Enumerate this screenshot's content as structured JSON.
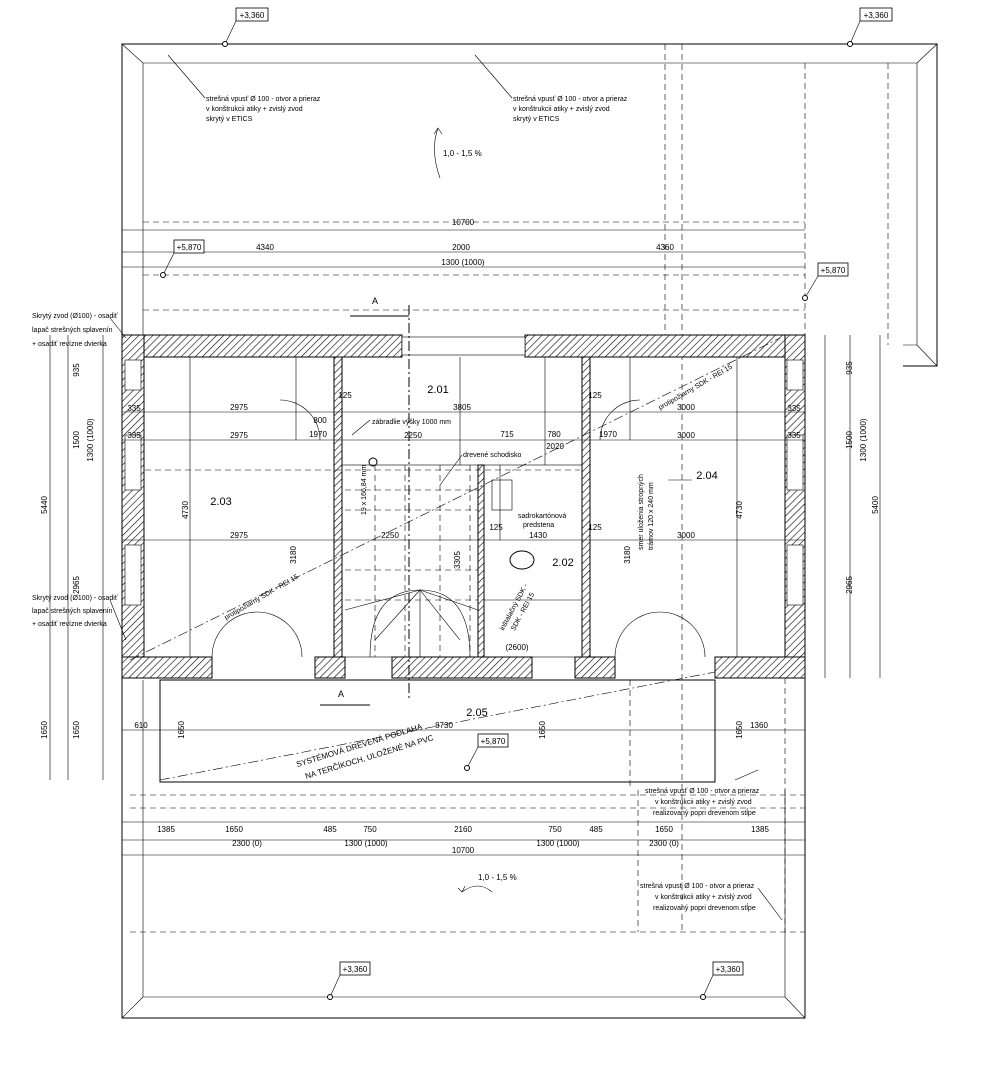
{
  "levels": {
    "top_left": "+3,360",
    "top_right": "+3,360",
    "left_mid": "+5,870",
    "right_mid": "+5,870",
    "balcony": "+5,870",
    "bottom_left": "+3,360",
    "bottom_right": "+3,360"
  },
  "rooms": {
    "hall": "2.01",
    "bath": "2.02",
    "left": "2.03",
    "right": "2.04",
    "balcony": "2.05"
  },
  "notes": {
    "drain_etics_1": [
      "strešná vpusť Ø 100 - otvor a prieraz",
      "v konštrukcii atiky + zvislý zvod",
      "skrytý v ETICS"
    ],
    "drain_etics_2": [
      "strešná vpusť Ø 100 - otvor a prieraz",
      "v konštrukcii atiky + zvislý zvod",
      "skrytý v ETICS"
    ],
    "hidden_down_1": [
      "Skrytý zvod (Ø100) - osadiť",
      "lapač strešných splavenín",
      "+ osadiť revízne dvierka"
    ],
    "hidden_down_2": [
      "Skrytý zvod (Ø100) - osadiť",
      "lapač strešných splavenín",
      "+ osadiť revízne dvierka"
    ],
    "drain_pillar_1": [
      "strešná vpusť Ø 100 - otvor a prieraz",
      "v konštrukcii atiky + zvislý zvod",
      "realizovaný popri drevenom stĺpe"
    ],
    "drain_pillar_2": [
      "strešná vpusť Ø 100 - otvor a prieraz",
      "v konštrukcii atiky + zvislý zvod",
      "realizovaný popri drevenom stĺpe"
    ],
    "floor": [
      "SYSTÉMOVÁ DREVENÁ PODLAHA",
      "NA TERČÍKOCH, ULOŽENÉ NA PVC"
    ],
    "slope_top": "1,0 - 1,5 %",
    "slope_bottom": "1,0 - 1,5 %",
    "railing": "zábradlie výšky 1000 mm",
    "stairs": "drevené schodisko",
    "stair_steps": "19 x 166,84 mm",
    "sdk_right": "protipožiarny SDK - REI 15",
    "sdk_left": "protipožiarny SDK - REI 15",
    "sdk_bath": [
      "inštalačný SDK -",
      "SDK - REI 15"
    ],
    "beam_dir": [
      "smer uloženia stropných",
      "trámov 120 x 240 mm"
    ],
    "shower": [
      "sadrokartónová",
      "predstena"
    ],
    "section": "A"
  },
  "dims": {
    "top_overall": "10700",
    "top_left": "4340",
    "top_mid": "2000",
    "top_right": "4360",
    "top_window": "1300 (1000)",
    "bot_overall": "10700",
    "b1": "1385",
    "b2": "1650",
    "b3": "485",
    "b4": "750",
    "b5": "2160",
    "b6": "750",
    "b7": "485",
    "b8": "1650",
    "b9": "1385",
    "bw1": "2300 (0)",
    "bw2": "1300 (1000)",
    "bw3": "1300 (1000)",
    "bw4": "2300 (0)",
    "left_935": "935",
    "left_335a": "335",
    "left_1500": "1500",
    "left_1300": "1300 (1000)",
    "left_5440": "5440",
    "left_2965": "2965",
    "left_1650": "1650",
    "left_1650b": "1650",
    "right_935": "935",
    "right_335": "335",
    "right_1500": "1500",
    "right_1300": "1300 (1000)",
    "right_5400": "5400",
    "right_2965": "2965",
    "r_2975a": "2975",
    "r_2975b": "2975",
    "r_2975c": "2975",
    "r_3805": "3805",
    "r_2250": "2250",
    "r_3000a": "3000",
    "r_3000b": "3000",
    "r_3000c": "3000",
    "r_4730l": "4730",
    "r_4730r": "4730",
    "r_3180l": "3180",
    "r_3180r": "3180",
    "r_1430": "1430",
    "r_715": "715",
    "r_780": "780",
    "r_2020": "2020",
    "r_1970a": "1970",
    "r_1970b": "1970",
    "r_800": "800",
    "r_125": "125",
    "r_2250b": "2250",
    "r_3305": "3305",
    "r_2600": "(2600)",
    "bal_610": "610",
    "bal_8730": "8730",
    "bal_1360": "1360",
    "bal_1650": "1650",
    "bal_1650b": "1650",
    "bal_1650c": "1650"
  }
}
